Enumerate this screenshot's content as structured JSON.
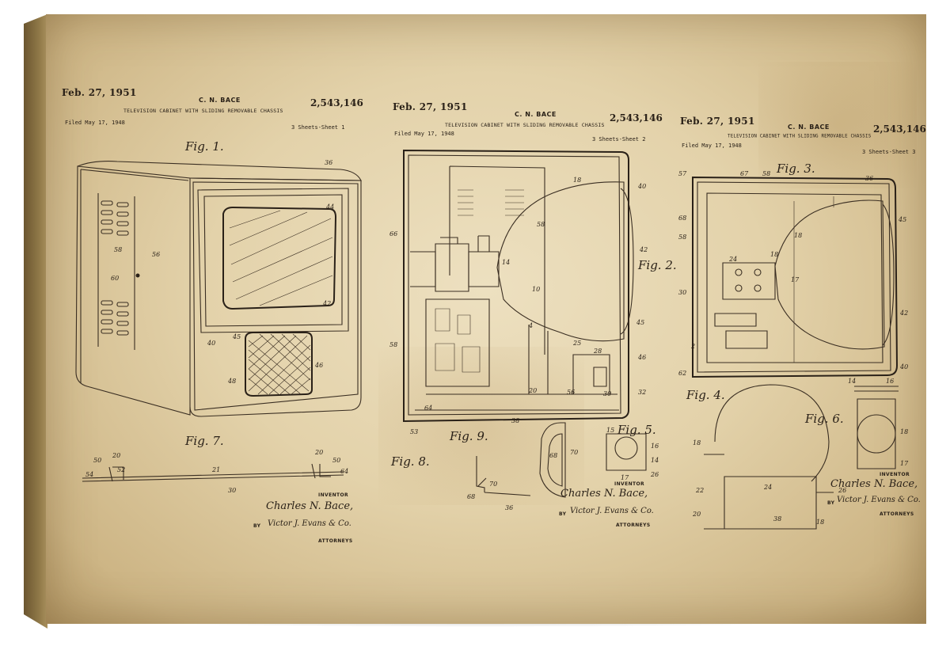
{
  "sheets": [
    {
      "date": "Feb. 27, 1951",
      "inventor_header": "C. N. BACE",
      "patent_number": "2,543,146",
      "title": "TELEVISION CABINET WITH SLIDING REMOVABLE CHASSIS",
      "filed": "Filed May 17, 1948",
      "sheet_label": "3 Sheets-Sheet 1",
      "fig_labels": [
        "Fig. 1.",
        "Fig. 7."
      ],
      "inventor_label": "INVENTOR",
      "inventor_signature": "Charles N. Bace,",
      "attorney_signature": "Victor J. Evans & Co.",
      "attorneys_label": "ATTORNEYS",
      "by_label": "BY"
    },
    {
      "date": "Feb. 27, 1951",
      "inventor_header": "C. N. BACE",
      "patent_number": "2,543,146",
      "title": "TELEVISION CABINET WITH SLIDING REMOVABLE CHASSIS",
      "filed": "Filed May 17, 1948",
      "sheet_label": "3 Sheets-Sheet 2",
      "fig_labels": [
        "Fig. 2.",
        "Fig. 9.",
        "Fig. 8.",
        "Fig. 5."
      ],
      "inventor_label": "INVENTOR",
      "inventor_signature": "Charles N. Bace,",
      "attorney_signature": "Victor J. Evans & Co.",
      "attorneys_label": "ATTORNEYS",
      "by_label": "BY"
    },
    {
      "date": "Feb. 27, 1951",
      "inventor_header": "C. N. BACE",
      "patent_number": "2,543,146",
      "title": "TELEVISION CABINET WITH SLIDING REMOVABLE CHASSIS",
      "filed": "Filed May 17, 1948",
      "sheet_label": "3 Sheets-Sheet 3",
      "fig_labels": [
        "Fig. 3.",
        "Fig. 4.",
        "Fig. 6."
      ],
      "inventor_label": "INVENTOR",
      "inventor_signature": "Charles N. Bace,",
      "attorney_signature": "Victor J. Evans & Co.",
      "attorneys_label": "ATTORNEYS",
      "by_label": "BY"
    }
  ],
  "colors": {
    "paper": "#e3d2aa",
    "ink": "#2a2118",
    "canvas_edge": "#8d7646"
  }
}
